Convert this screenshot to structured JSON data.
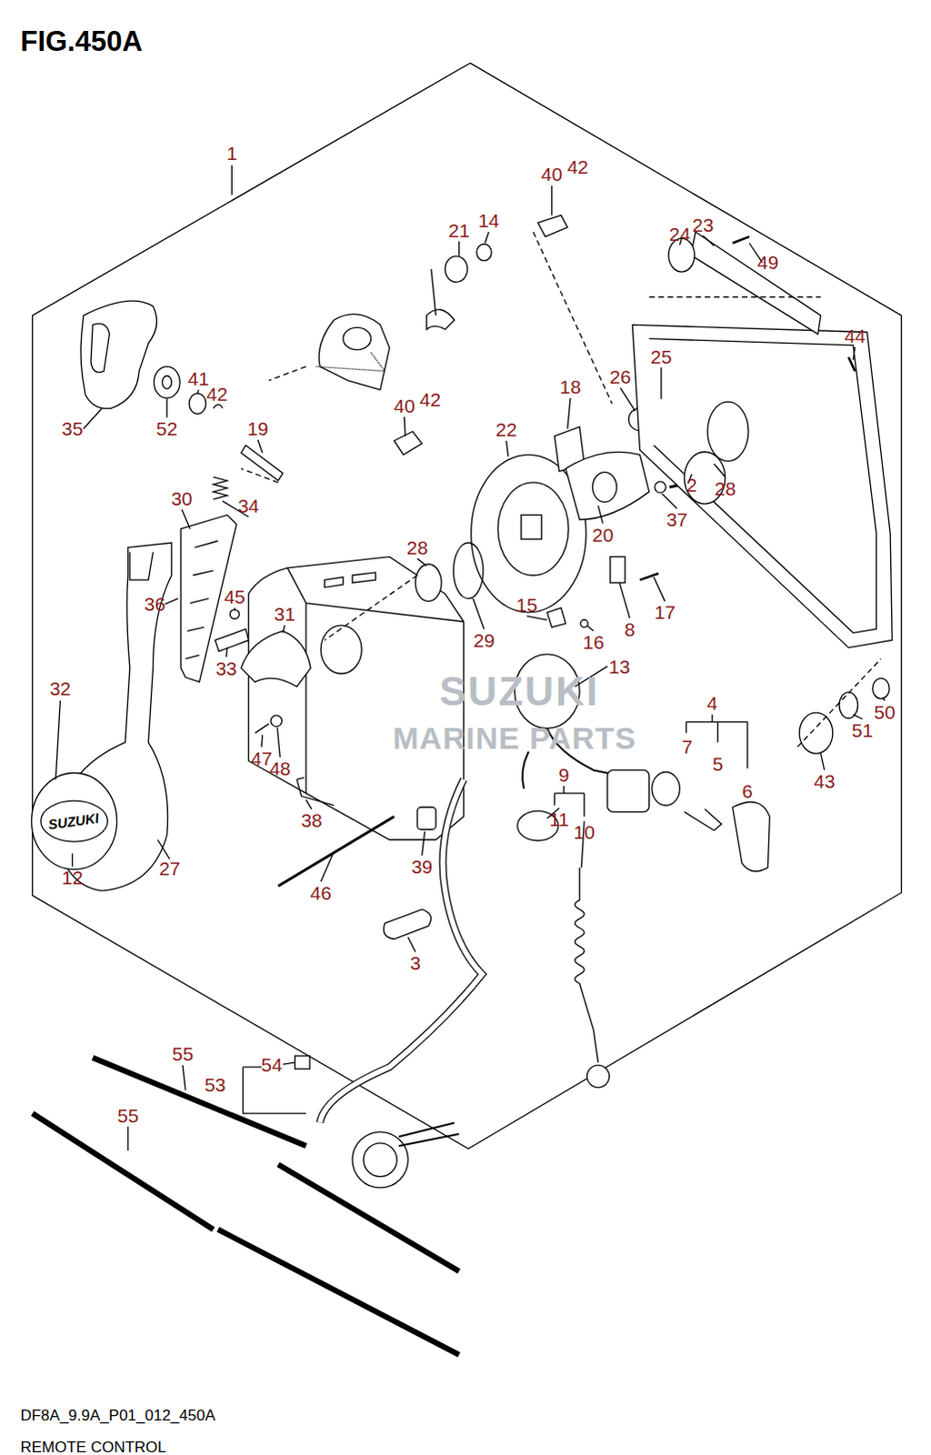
{
  "diagram": {
    "title": "FIG.450A",
    "caption": "REMOTE CONTROL",
    "labels": [
      "1",
      "40",
      "42",
      "21",
      "14",
      "24",
      "23",
      "49",
      "44",
      "35",
      "52",
      "41",
      "42",
      "19",
      "40",
      "42",
      "18",
      "22",
      "25",
      "26",
      "2",
      "28",
      "37",
      "20",
      "30",
      "34",
      "28",
      "36",
      "45",
      "31",
      "15",
      "16",
      "8",
      "17",
      "29",
      "13",
      "4",
      "7",
      "5",
      "6",
      "43",
      "51",
      "50",
      "32",
      "33",
      "47",
      "48",
      "9",
      "11",
      "10",
      "38",
      "12",
      "27",
      "46",
      "39",
      "3",
      "55",
      "54",
      "53",
      "55",
      "SUZUKI",
      "MARINE PARTS",
      "SUZUKI",
      "DF8A_9.9A_P01_012_450A"
    ]
  }
}
